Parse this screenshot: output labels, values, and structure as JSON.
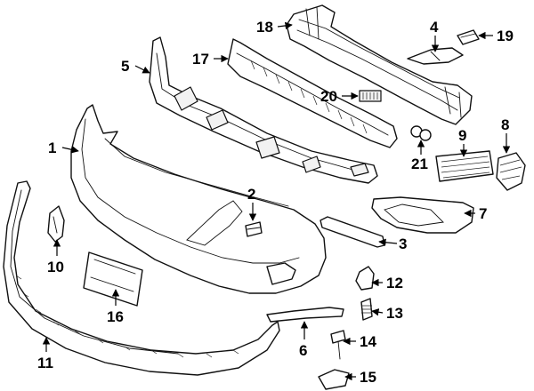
{
  "callouts": [
    {
      "id": "1",
      "label": "1"
    },
    {
      "id": "2",
      "label": "2"
    },
    {
      "id": "3",
      "label": "3"
    },
    {
      "id": "4",
      "label": "4"
    },
    {
      "id": "5",
      "label": "5"
    },
    {
      "id": "6",
      "label": "6"
    },
    {
      "id": "7",
      "label": "7"
    },
    {
      "id": "8",
      "label": "8"
    },
    {
      "id": "9",
      "label": "9"
    },
    {
      "id": "10",
      "label": "10"
    },
    {
      "id": "11",
      "label": "11"
    },
    {
      "id": "12",
      "label": "12"
    },
    {
      "id": "13",
      "label": "13"
    },
    {
      "id": "14",
      "label": "14"
    },
    {
      "id": "15",
      "label": "15"
    },
    {
      "id": "16",
      "label": "16"
    },
    {
      "id": "17",
      "label": "17"
    },
    {
      "id": "18",
      "label": "18"
    },
    {
      "id": "19",
      "label": "19"
    },
    {
      "id": "20",
      "label": "20"
    },
    {
      "id": "21",
      "label": "21"
    }
  ],
  "colors": {
    "line": "#111111",
    "background": "#ffffff",
    "shade": "#f2f2f2"
  }
}
